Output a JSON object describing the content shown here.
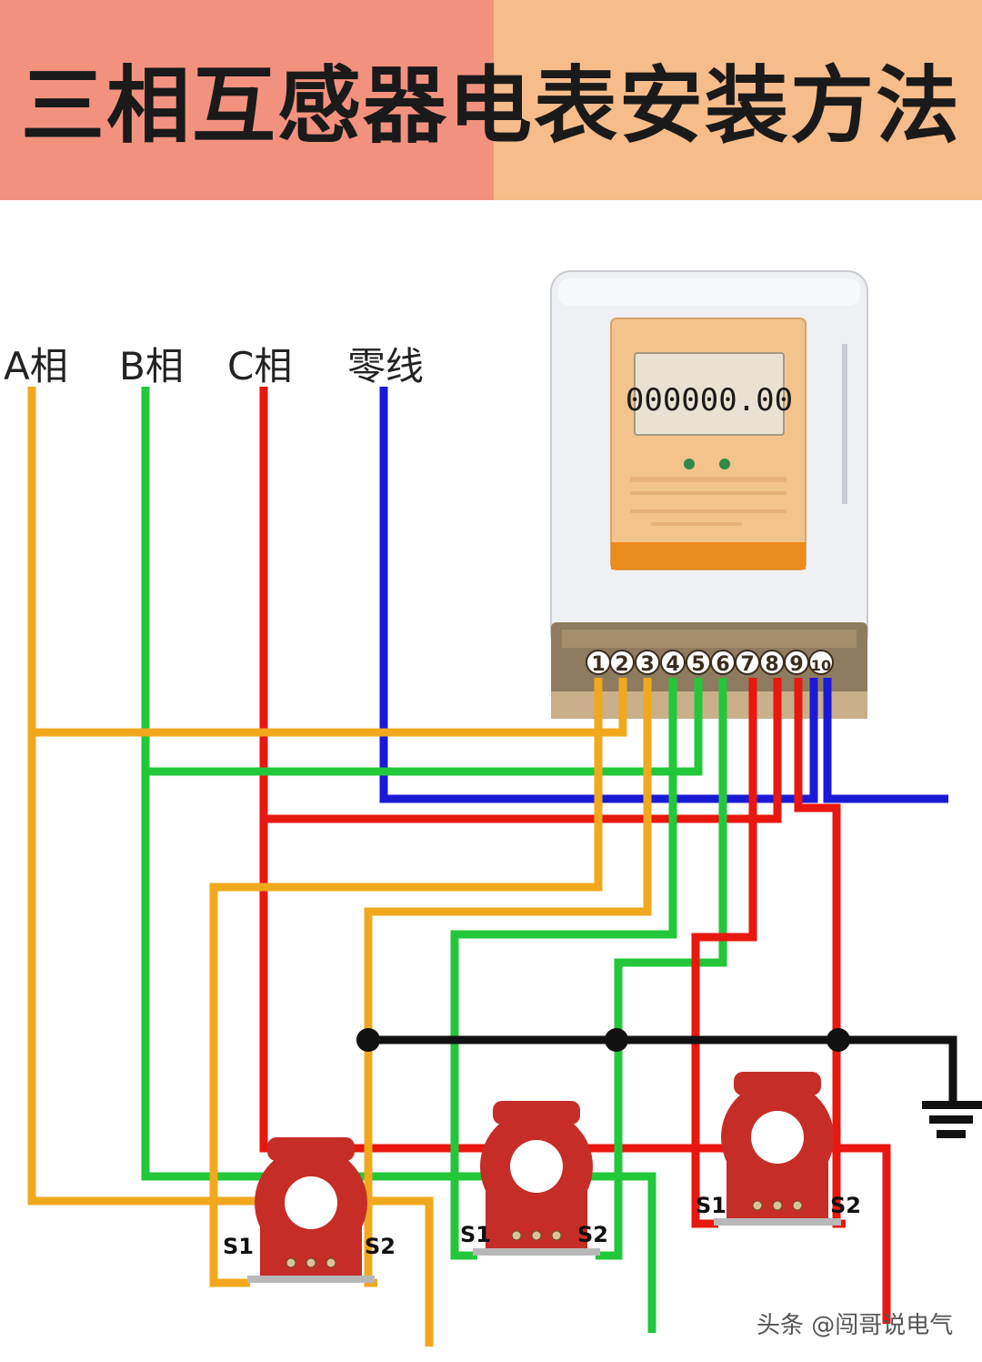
{
  "title": "三相互感器电表安装方法",
  "wire_labels": {
    "phase_a": "A相",
    "phase_b": "B相",
    "phase_c": "C相",
    "neutral": "零线"
  },
  "meter": {
    "reading": "000000.00",
    "terminal_numbers": [
      "1",
      "2",
      "3",
      "4",
      "5",
      "6",
      "7",
      "8",
      "9",
      "10"
    ]
  },
  "ct_labels": {
    "s1": "S1",
    "s2": "S2"
  },
  "watermark": "头条 @闯哥说电气",
  "colors": {
    "phase_a": "#f2a81d",
    "phase_b": "#22c83a",
    "phase_c": "#e8170f",
    "neutral": "#1a1ad6",
    "ground": "#111111",
    "ct_body": "#c62d27",
    "meter_face": "#f2c48c",
    "header_left": "#f3917f",
    "header_right": "#f6bc8a"
  }
}
